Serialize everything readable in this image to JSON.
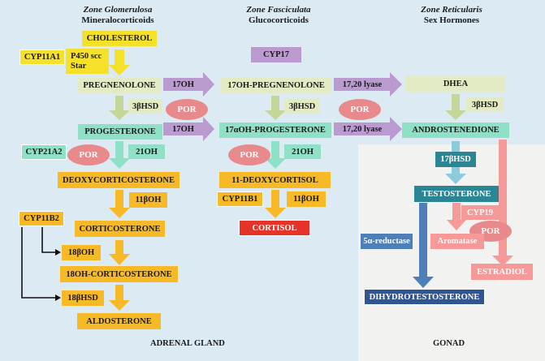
{
  "zones": {
    "glomerulosa": {
      "title": "Zone Glomerulosa",
      "subtitle": "Mineralocorticoids"
    },
    "fasciculata": {
      "title": "Zone Fasciculata",
      "subtitle": "Glucocorticoids"
    },
    "reticularis": {
      "title": "Zone Reticularis",
      "subtitle": "Sex Hormones"
    }
  },
  "steroids": {
    "cholesterol": "CHOLESTEROL",
    "pregnenolone": "PREGNENOLONE",
    "oh_pregnenolone": "17OH-PREGNENOLONE",
    "dhea": "DHEA",
    "progesterone": "PROGESTERONE",
    "oh_progesterone": "17αOH-PROGESTERONE",
    "androstenedione": "ANDROSTENEDIONE",
    "deoxycorticosterone": "DEOXYCORTICOSTERONE",
    "deoxycortisol": "11-DEOXYCORTISOL",
    "corticosterone": "CORTICOSTERONE",
    "cortisol": "CORTISOL",
    "oh_corticosterone": "18OH-CORTICOSTERONE",
    "aldosterone": "ALDOSTERONE",
    "testosterone": "TESTOSTERONE",
    "estradiol": "ESTRADIOL",
    "dht": "DIHYDROTESTOSTERONE"
  },
  "enzymes": {
    "cyp11a1": "CYP11A1",
    "p450scc": "P450 scc",
    "star": "Star",
    "cyp17": "CYP17",
    "oh17_a": "17OH",
    "oh17_b": "17OH",
    "lyase_a": "17,20 lyase",
    "lyase_b": "17,20 lyase",
    "hsd3b_a": "3βHSD",
    "hsd3b_b": "3βHSD",
    "hsd3b_c": "3βHSD",
    "cyp21a2": "CYP21A2",
    "oh21_a": "21OH",
    "oh21_b": "21OH",
    "oh11b_a": "11βOH",
    "oh11b_b": "11βOH",
    "cyp11b1": "CYP11B1",
    "cyp11b2": "CYP11B2",
    "oh18b": "18βOH",
    "hsd18b": "18βHSD",
    "hsd17b": "17βHSD",
    "cyp19": "CYP19",
    "aromatase": "Aromatase",
    "reductase": "5α-reductase"
  },
  "cofactors": {
    "por": "POR"
  },
  "regions": {
    "adrenal": "ADRENAL GLAND",
    "gonad": "GONAD"
  },
  "colors": {
    "yellow": "#f5e02a",
    "light_green": "#e3ebc4",
    "teal": "#8ee0c7",
    "purple": "#bb9ad0",
    "orange": "#f7b925",
    "red": "#e5332a",
    "dark_teal": "#2a8594",
    "pink": "#f59a98",
    "blue": "#4f7fb9",
    "dark_blue": "#2f5593",
    "por_ellipse": "#e88a8b"
  }
}
